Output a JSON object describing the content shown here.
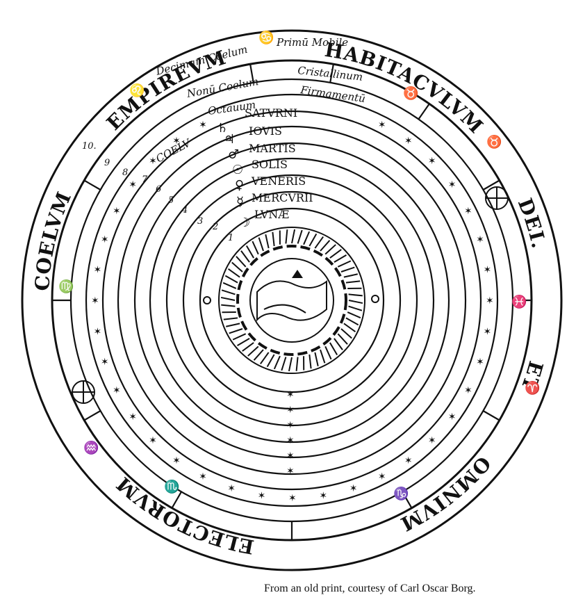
{
  "outer_labels": [
    "EMPIREVM",
    "HABITACVLVM",
    "DEI.",
    "ET",
    "OMNIVM",
    "ELECTORVM",
    "COELVM"
  ],
  "upper_spheres": [
    "Decimum Coelum",
    "Primū Mobile",
    "Nonū Coelum",
    "Cristallinum",
    "Octauum",
    "Firmamentū"
  ],
  "planet_spheres": [
    "SATVRNI",
    "IOVIS",
    "MARTIS",
    "SOLIS",
    "VENERIS",
    "MERCVRII",
    "LVNÆ"
  ],
  "coelum_label": "COELV",
  "sphere_numbers": [
    "1",
    "2",
    "3",
    "4",
    "5",
    "6",
    "7",
    "8",
    "9",
    "10."
  ],
  "caption": "From an old print, courtesy of Carl Oscar Borg.",
  "colors": {
    "ink": "#111111",
    "paper": "#ffffff"
  }
}
